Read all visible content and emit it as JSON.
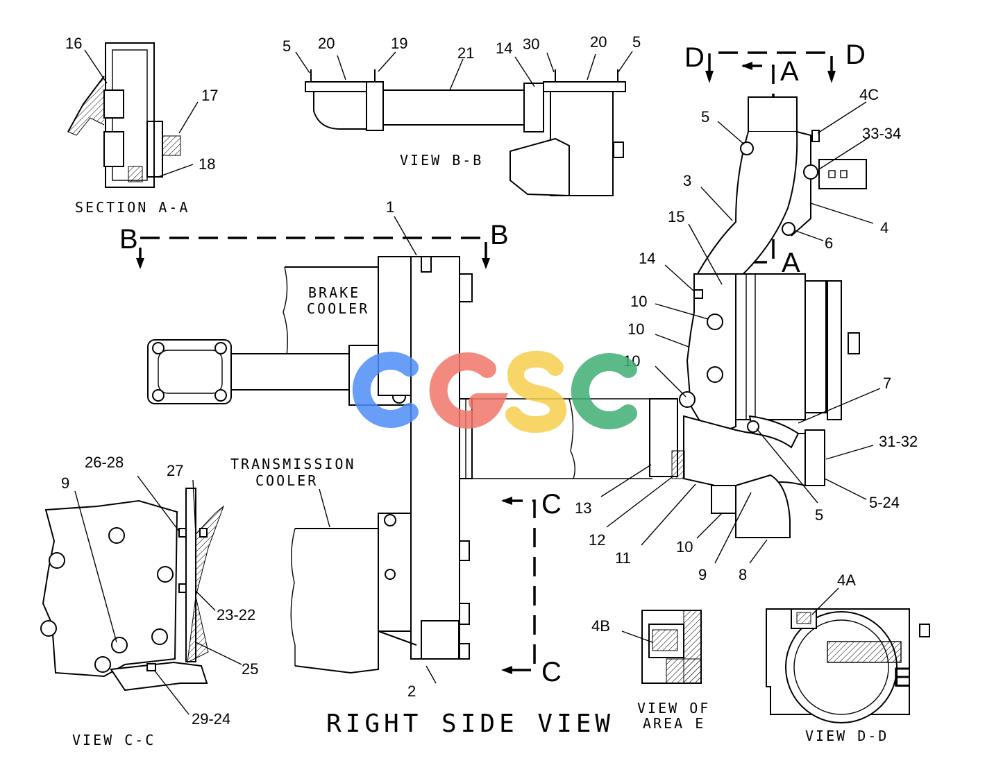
{
  "callouts": {
    "c16": "16",
    "c17": "17",
    "c18": "18",
    "c5a": "5",
    "c20a": "20",
    "c19": "19",
    "c21": "21",
    "c14a": "14",
    "c30": "30",
    "c20b": "20",
    "c5b": "5",
    "c4c": "4C",
    "c5c": "5",
    "c3334": "33-34",
    "c3": "3",
    "c4": "4",
    "c15": "15",
    "c6": "6",
    "c14b": "14",
    "c10a": "10",
    "c10b": "10",
    "c10c": "10",
    "c7": "7",
    "c3132": "31-32",
    "c524": "5-24",
    "c5d": "5",
    "c13": "13",
    "c12": "12",
    "c11": "11",
    "c10d": "10",
    "c9a": "9",
    "c8": "8",
    "c1": "1",
    "c2": "2",
    "c2628": "26-28",
    "c27": "27",
    "c9b": "9",
    "c2322": "23-22",
    "c25": "25",
    "c2924": "29-24",
    "c4b": "4B",
    "c4a": "4A"
  },
  "labels": {
    "section_aa": "SECTION A-A",
    "view_bb": "VIEW B-B",
    "brake_cooler_1": "BRAKE",
    "brake_cooler_2": "COOLER",
    "transmission_cooler_1": "TRANSMISSION",
    "transmission_cooler_2": "COOLER",
    "right_side_view": "RIGHT SIDE VIEW",
    "view_cc": "VIEW C-C",
    "view_area_e_1": "VIEW OF",
    "view_area_e_2": "AREA E",
    "view_dd": "VIEW D-D"
  },
  "section_letters": {
    "b_left": "B",
    "b_right": "B",
    "a_top": "A",
    "a_bottom": "A",
    "d_left": "D",
    "d_right": "D",
    "c_top": "C",
    "c_bottom": "C",
    "e": "E"
  },
  "watermark": {
    "letters": [
      "C",
      "G",
      "S",
      "C"
    ],
    "colors": [
      "#4f8ef7",
      "#f0766b",
      "#f6d04d",
      "#3fae74"
    ]
  }
}
